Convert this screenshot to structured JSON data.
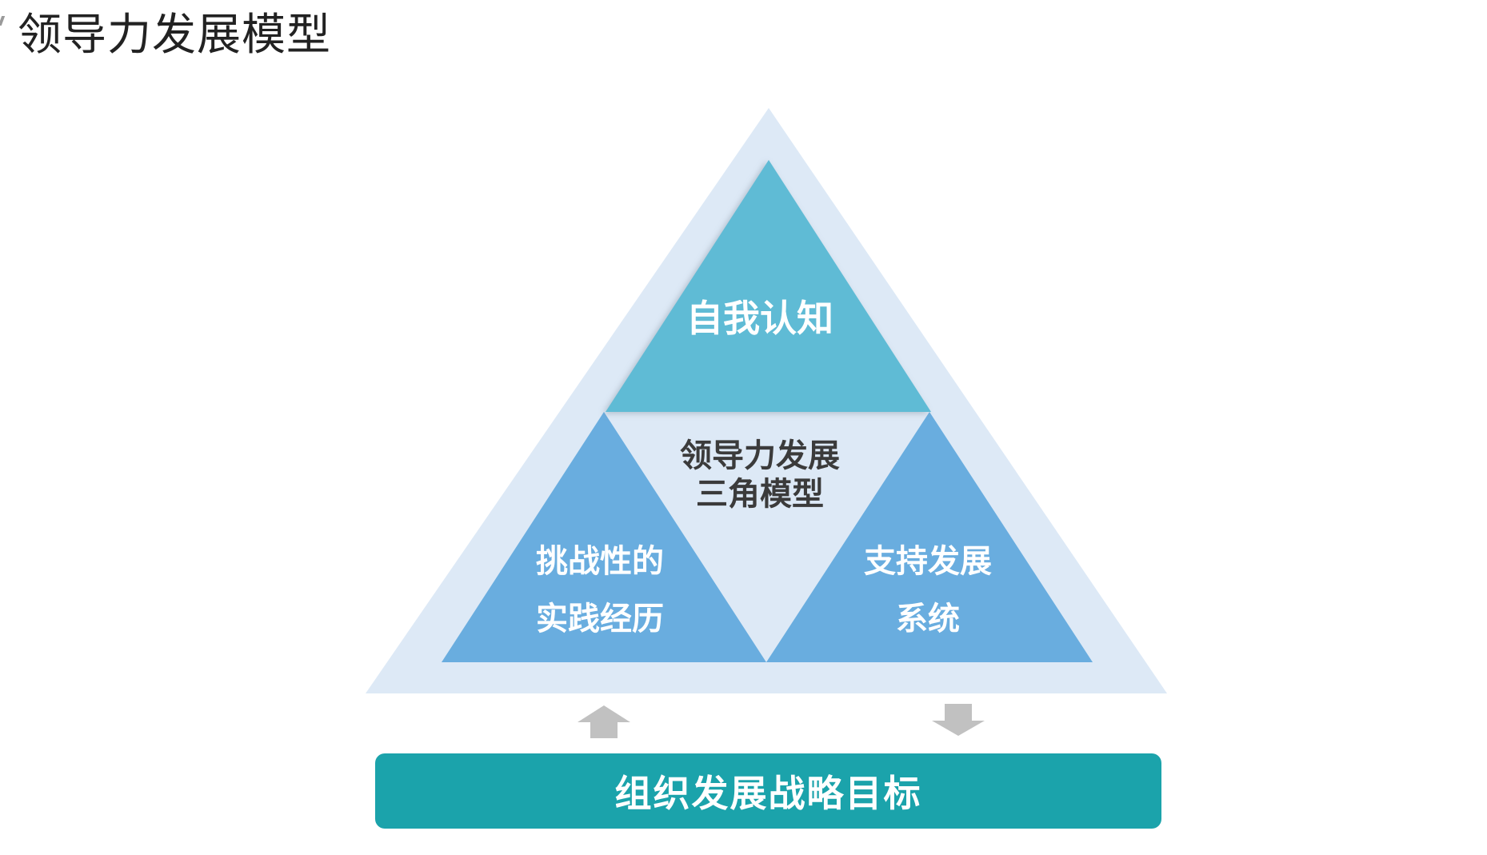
{
  "page": {
    "title": "领导力发展模型"
  },
  "diagram": {
    "top_triangle": {
      "label": "自我认知"
    },
    "center": {
      "line1": "领导力发展",
      "line2": "三角模型"
    },
    "left_triangle": {
      "line1": "挑战性的",
      "line2": "实践经历"
    },
    "right_triangle": {
      "line1": "支持发展",
      "line2": "系统"
    },
    "arrows": {
      "left": "arrow-up-icon",
      "right": "arrow-down-icon"
    }
  },
  "goal_bar": {
    "label": "组织发展战略目标"
  },
  "colors": {
    "outer_triangle": "#dde9f6",
    "top_triangle": "#5ebbd5",
    "bottom_triangles": "#69addf",
    "goal_bar": "#1ba3ab",
    "arrows": "#c1c1c1"
  }
}
